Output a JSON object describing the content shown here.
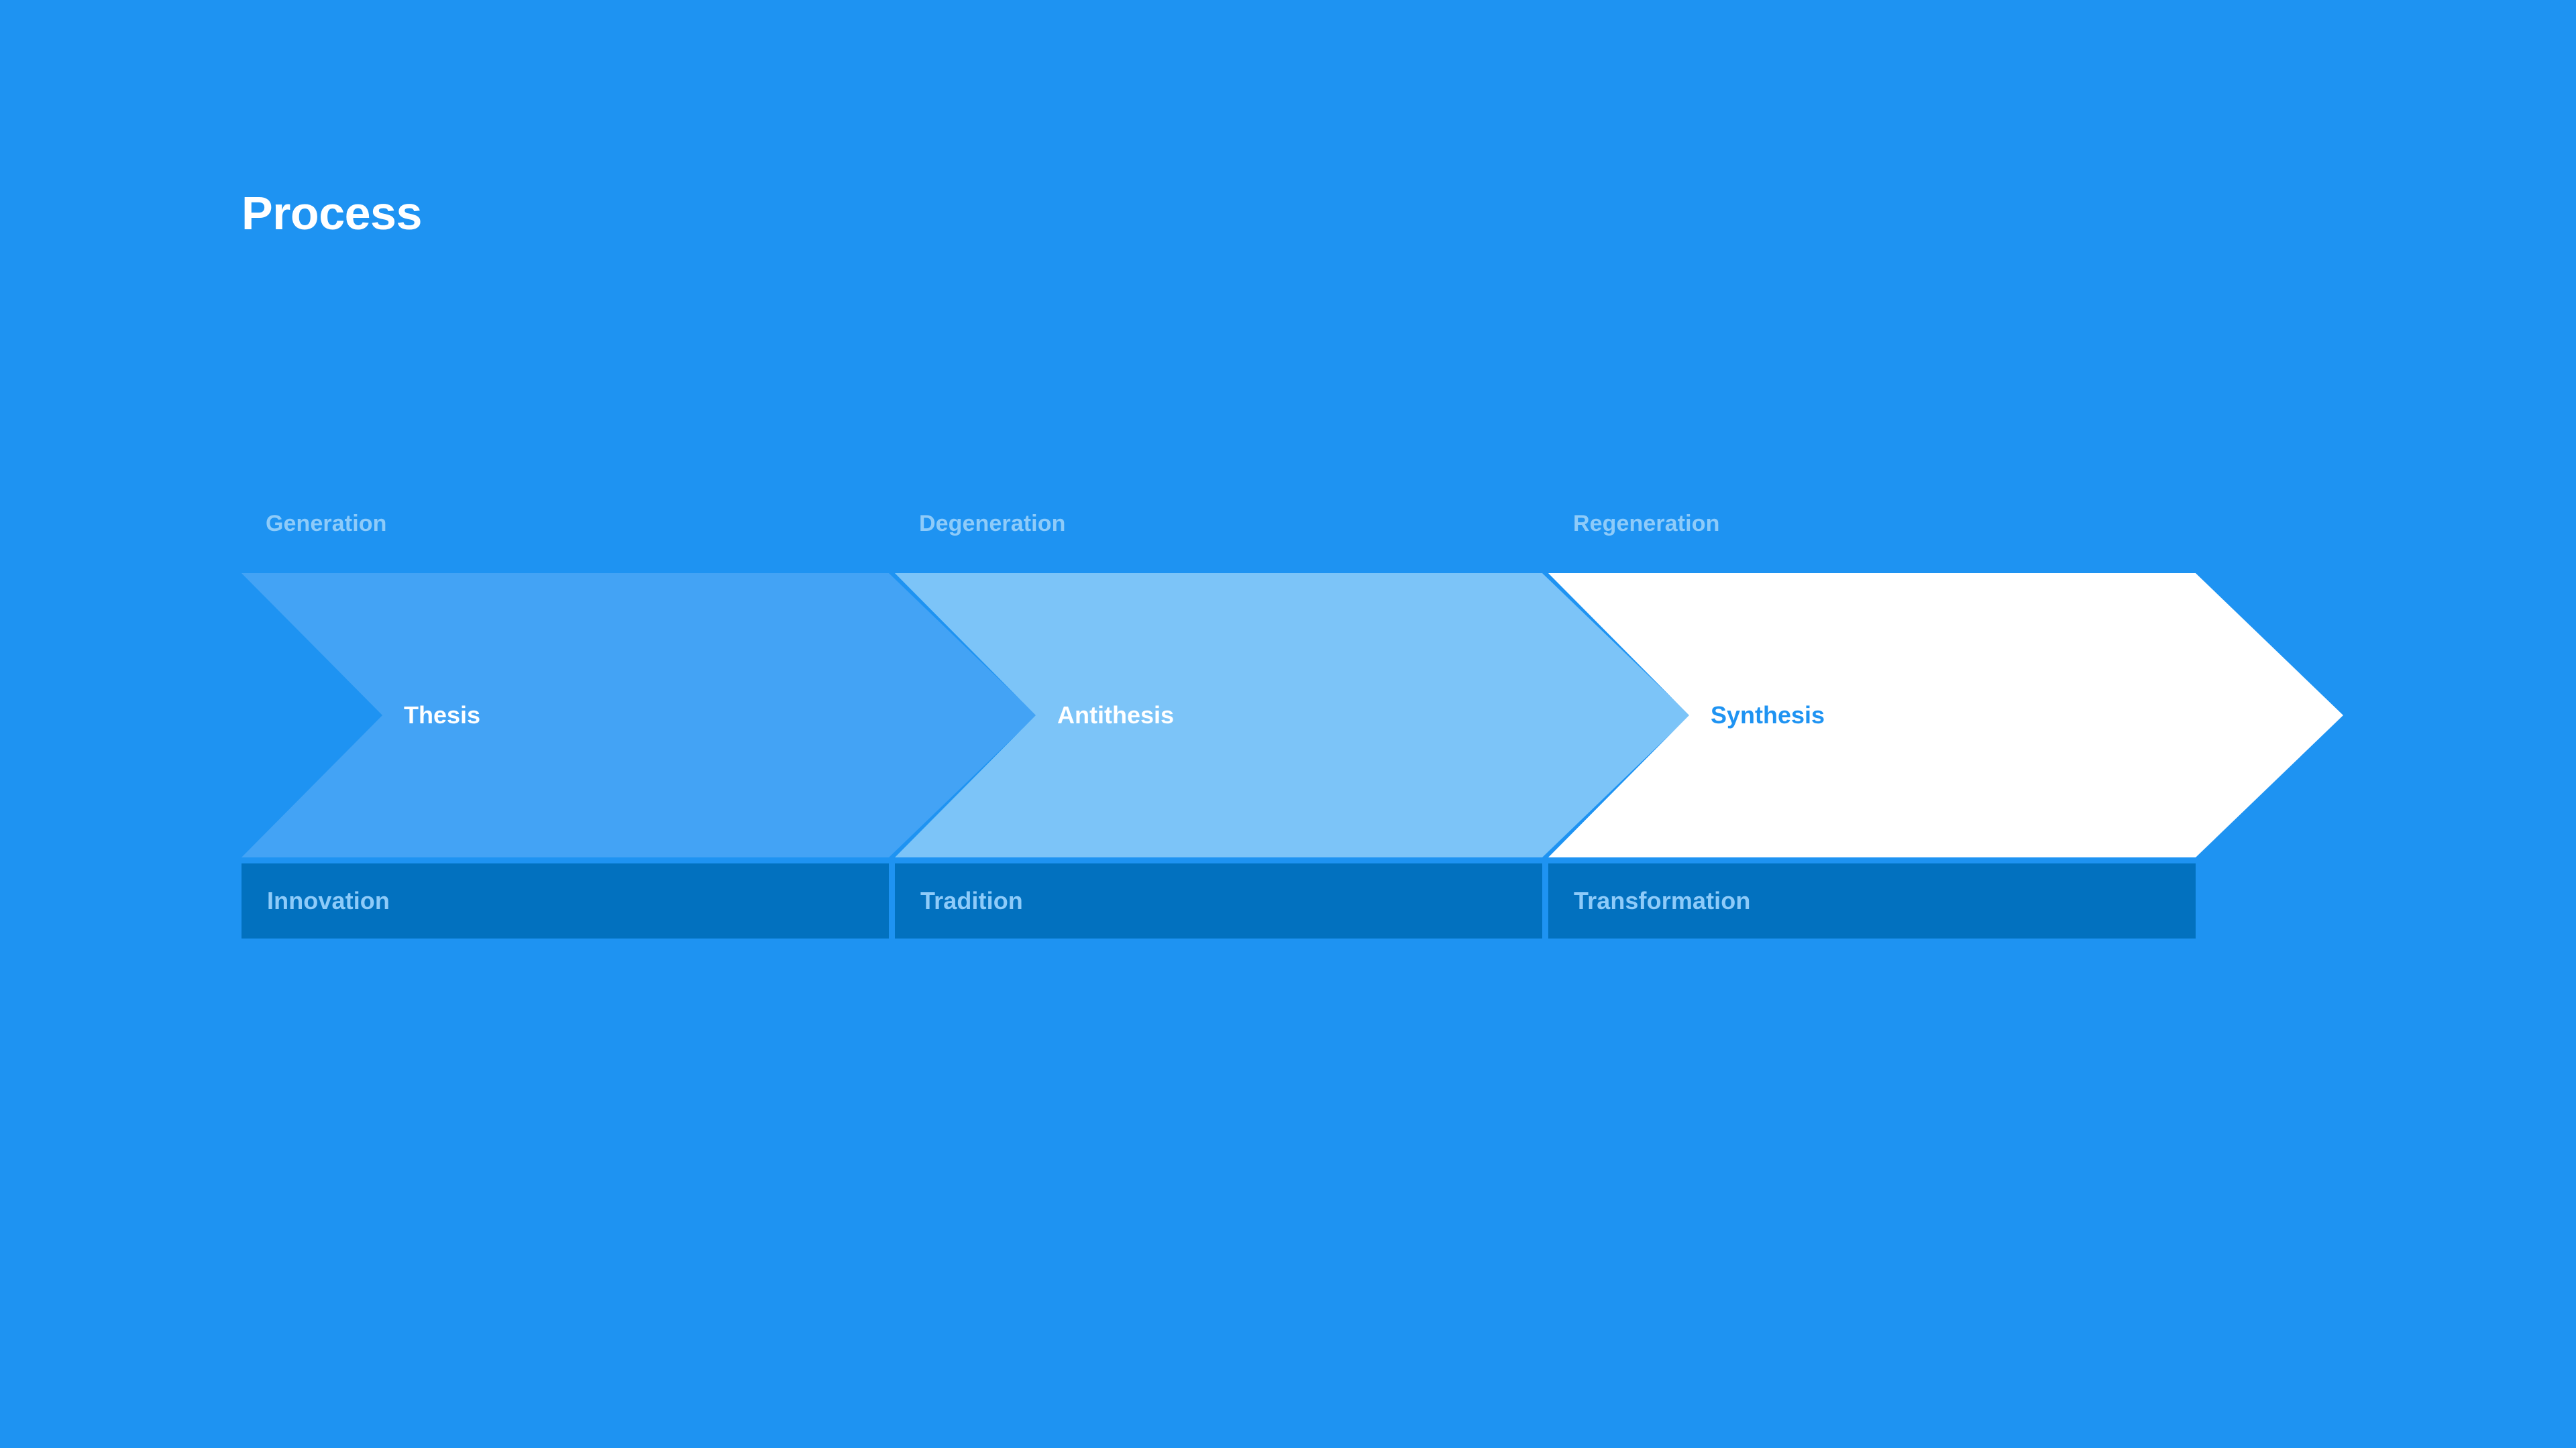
{
  "slide": {
    "title": "Process",
    "background_color": "#1e93f2"
  },
  "chart_data": {
    "type": "diagram",
    "diagram_kind": "chevron-process-flow",
    "title": "Process",
    "direction": "left-to-right",
    "stage_count": 3,
    "stages": [
      {
        "caption": "Generation",
        "label": "Thesis",
        "footer": "Innovation",
        "fill_color": "#43a3f5",
        "label_color": "#ffffff",
        "caption_color": "#8ecbf9",
        "footer_color": "#0271bf",
        "footer_text_color": "#8ecbf9"
      },
      {
        "caption": "Degeneration",
        "label": "Antithesis",
        "footer": "Tradition",
        "fill_color": "#7cc4f8",
        "label_color": "#ffffff",
        "caption_color": "#8ecbf9",
        "footer_color": "#0271bf",
        "footer_text_color": "#8ecbf9"
      },
      {
        "caption": "Regeneration",
        "label": "Synthesis",
        "footer": "Transformation",
        "fill_color": "#ffffff",
        "label_color": "#1e93f2",
        "caption_color": "#8ecbf9",
        "footer_color": "#0271bf",
        "footer_text_color": "#8ecbf9"
      }
    ]
  }
}
